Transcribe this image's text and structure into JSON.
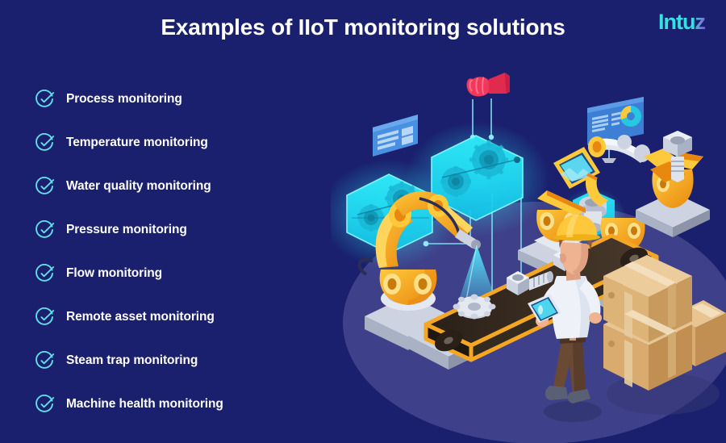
{
  "header": {
    "title": "Examples of IIoT monitoring solutions",
    "logo_primary": "Intu",
    "logo_accent": "z"
  },
  "colors": {
    "background": "#1a1f6e",
    "stage_ellipse": "#3e4089",
    "accent_cyan": "#5fe0e8",
    "hologram_cyan": "#25e6f5",
    "robot_orange": "#f5a623",
    "robot_orange_dark": "#e2850f",
    "robot_yellow": "#ffc93c",
    "metal_light": "#dfe3ec",
    "metal_mid": "#b9bfd0",
    "metal_dark": "#8d94a8",
    "box_tan": "#d9ab6e",
    "box_tan_light": "#e8c491",
    "box_tan_dark": "#c08f51",
    "siren_red": "#f2385a",
    "siren_red_dark": "#c81f45",
    "worker_skin": "#f0b392",
    "worker_hair": "#8a5a3b",
    "worker_shirt": "#eef2f8",
    "worker_pants": "#6b4a34",
    "worker_shoes": "#5a6073",
    "hardhat_yellow": "#ffc83c",
    "card_blue": "#4a90e2",
    "title_white": "#ffffff"
  },
  "checklist": {
    "items": [
      {
        "label": "Process monitoring",
        "icon": "check-circle-icon"
      },
      {
        "label": "Temperature monitoring",
        "icon": "check-circle-icon"
      },
      {
        "label": "Water quality monitoring",
        "icon": "check-circle-icon"
      },
      {
        "label": "Pressure monitoring",
        "icon": "check-circle-icon"
      },
      {
        "label": "Flow monitoring",
        "icon": "check-circle-icon"
      },
      {
        "label": "Remote asset monitoring",
        "icon": "check-circle-icon"
      },
      {
        "label": "Steam trap monitoring",
        "icon": "check-circle-icon"
      },
      {
        "label": "Machine health monitoring",
        "icon": "check-circle-icon"
      }
    ]
  },
  "illustration": {
    "alt": "Isometric smart factory scene with robotic arms, conveyor belt, worker with tablet and holographic machine monitoring panels",
    "elements": [
      {
        "name": "hologram-gear-panel-left",
        "type": "hologram"
      },
      {
        "name": "hologram-gear-panel-right",
        "type": "hologram"
      },
      {
        "name": "info-card",
        "type": "card"
      },
      {
        "name": "dashboard-chart-card",
        "type": "card"
      },
      {
        "name": "siren-alarm",
        "type": "device"
      },
      {
        "name": "robot-arm-left",
        "type": "robot"
      },
      {
        "name": "robot-arm-center",
        "type": "robot"
      },
      {
        "name": "robot-arm-right",
        "type": "robot"
      },
      {
        "name": "conveyor-belt",
        "type": "machine"
      },
      {
        "name": "scanner-beam",
        "type": "beam"
      },
      {
        "name": "gear-part",
        "type": "part"
      },
      {
        "name": "bolt-part",
        "type": "part"
      },
      {
        "name": "nut-part",
        "type": "part"
      },
      {
        "name": "worker-with-tablet",
        "type": "person"
      },
      {
        "name": "cardboard-boxes",
        "type": "props"
      }
    ]
  }
}
